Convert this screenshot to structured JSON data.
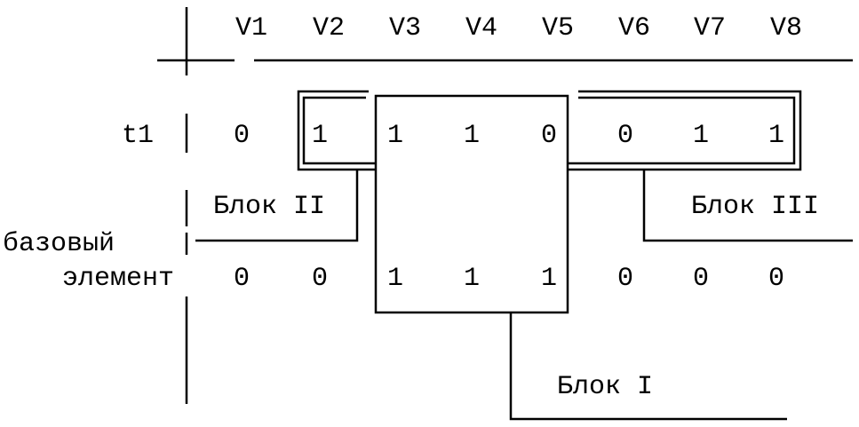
{
  "columns": [
    "V1",
    "V2",
    "V3",
    "V4",
    "V5",
    "V6",
    "V7",
    "V8"
  ],
  "rows": [
    {
      "label": "t1",
      "values": [
        "0",
        "1",
        "1",
        "1",
        "0",
        "0",
        "1",
        "1"
      ]
    },
    {
      "label_line1": "базовый",
      "label_line2": "элемент",
      "values": [
        "0",
        "0",
        "1",
        "1",
        "1",
        "0",
        "0",
        "0"
      ]
    }
  ],
  "blocks": {
    "block1": "Блок I",
    "block2": "Блок II",
    "block3": "Блок III"
  }
}
